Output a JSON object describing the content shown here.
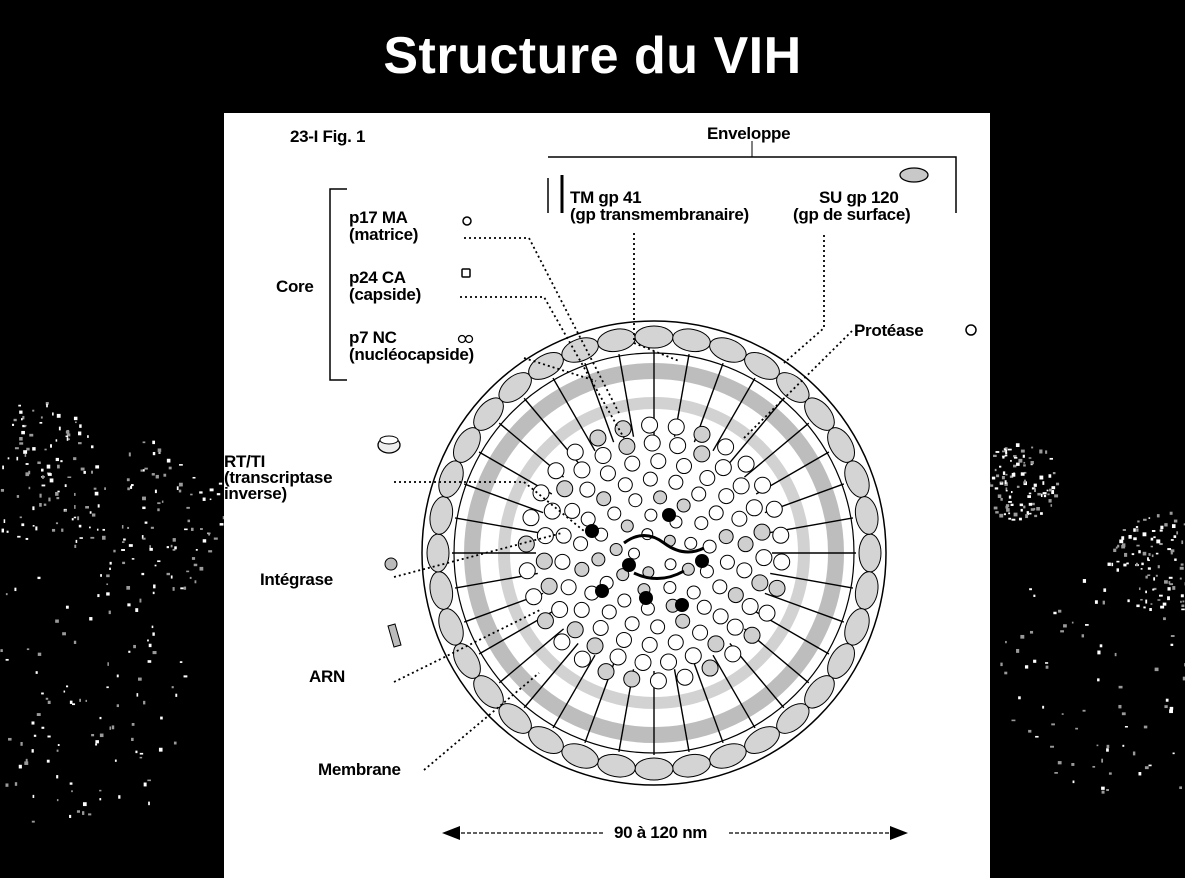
{
  "slide": {
    "title": "Structure du VIH"
  },
  "figure": {
    "fig_ref": "23-I Fig. 1",
    "envelope": {
      "label": "Enveloppe",
      "tm_line1": "TM gp 41",
      "tm_line2": "(gp transmembranaire)",
      "su_line1": "SU gp 120",
      "su_line2": "(gp de surface)"
    },
    "core": {
      "label": "Core",
      "ma_line1": "p17 MA",
      "ma_line2": "(matrice)",
      "ca_line1": "p24 CA",
      "ca_line2": "(capside)",
      "nc_line1": "p7 NC",
      "nc_line2": "(nucléocapside)"
    },
    "protease": "Protéase",
    "rt": {
      "line1": "RT/TI",
      "line2": "(transcriptase",
      "line3": "inverse)"
    },
    "integrase": "Intégrase",
    "arn": "ARN",
    "membrane": "Membrane",
    "scale": "90 à 120 nm"
  },
  "colors": {
    "background": "#000000",
    "panel": "#ffffff",
    "ink": "#000000",
    "shade": "#c8c8c8"
  }
}
